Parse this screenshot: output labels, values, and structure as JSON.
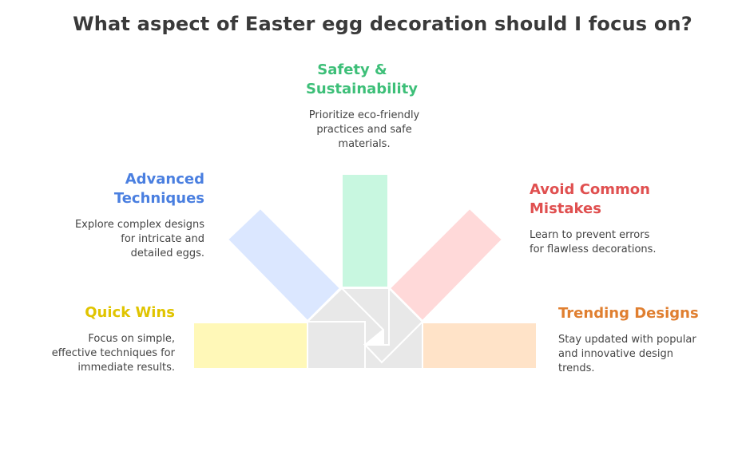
{
  "title": "What aspect of Easter egg decoration should I focus on?",
  "segments": [
    {
      "heading_lines": [
        "Quick Wins"
      ],
      "desc_lines": [
        "Focus on simple,",
        "effective techniques for",
        "immediate results."
      ],
      "color": "#e0c400",
      "fill": "#fff8b8"
    },
    {
      "heading_lines": [
        "Advanced",
        "Techniques"
      ],
      "desc_lines": [
        "Explore complex designs",
        "for intricate and",
        "detailed eggs."
      ],
      "color": "#4a7fe0",
      "fill": "#dbe7ff"
    },
    {
      "heading_lines": [
        "Safety &",
        "Sustainability"
      ],
      "desc_lines": [
        "Prioritize eco-friendly",
        "practices and safe",
        "materials."
      ],
      "color": "#3dbf78",
      "fill": "#c8f7e0"
    },
    {
      "heading_lines": [
        "Avoid Common",
        "Mistakes"
      ],
      "desc_lines": [
        "Learn to prevent errors",
        "for flawless decorations."
      ],
      "color": "#e05050",
      "fill": "#ffd9d9"
    },
    {
      "heading_lines": [
        "Trending Designs"
      ],
      "desc_lines": [
        "Stay updated with popular",
        "and innovative design",
        "trends."
      ],
      "color": "#e07f30",
      "fill": "#ffe3c8"
    }
  ],
  "hub_color": "#e8e8e8"
}
